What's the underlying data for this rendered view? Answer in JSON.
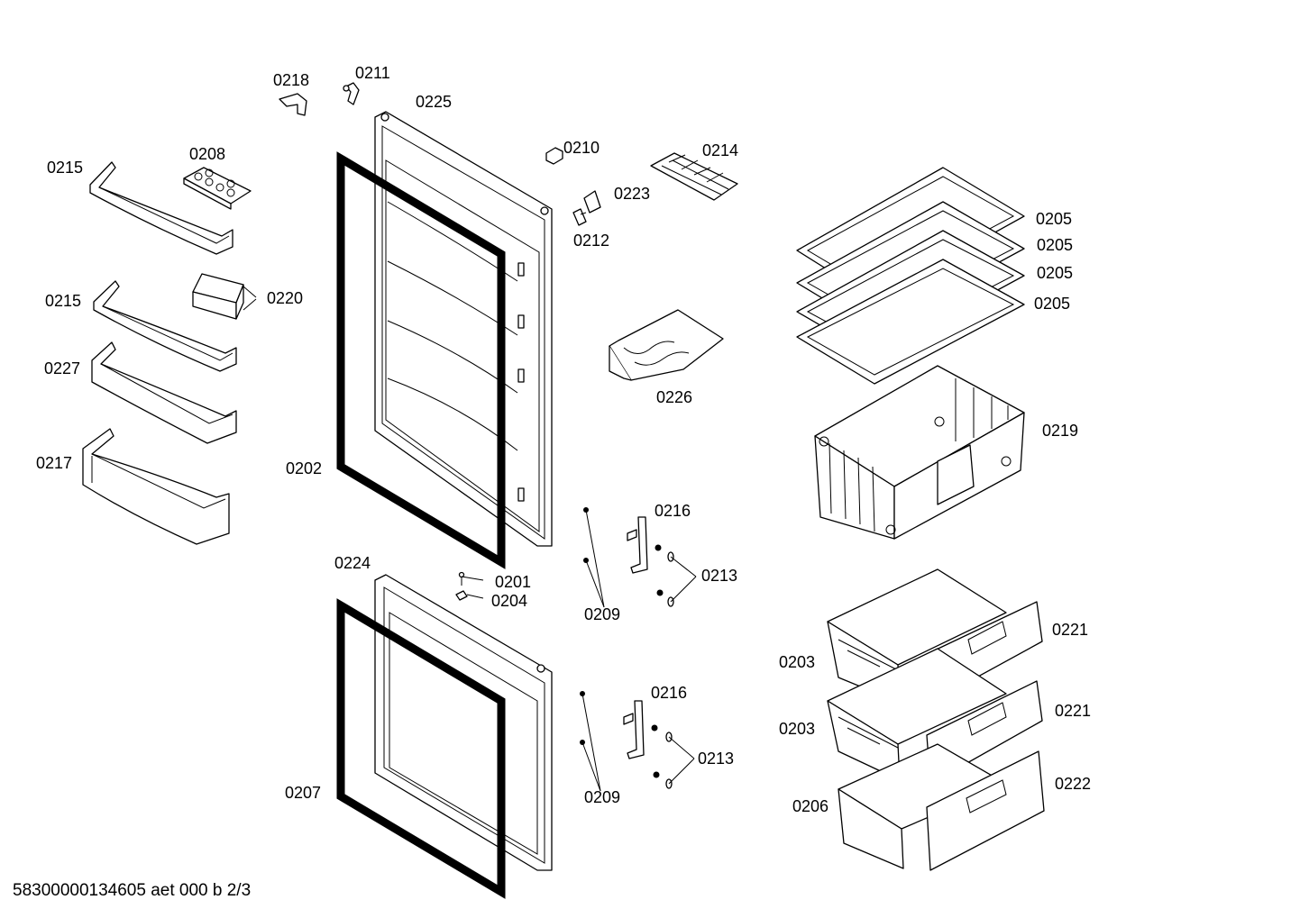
{
  "footer_code": "58300000134605 aet 000 b 2/3",
  "labels": {
    "l0218": "0218",
    "l0211": "0211",
    "l0225": "0225",
    "l0215a": "0215",
    "l0208": "0208",
    "l0210": "0210",
    "l0214": "0214",
    "l0223": "0223",
    "l0212": "0212",
    "l0205a": "0205",
    "l0205b": "0205",
    "l0205c": "0205",
    "l0205d": "0205",
    "l0215b": "0215",
    "l0220": "0220",
    "l0227": "0227",
    "l0226": "0226",
    "l0219": "0219",
    "l0217": "0217",
    "l0202": "0202",
    "l0216a": "0216",
    "l0213a": "0213",
    "l0224": "0224",
    "l0201": "0201",
    "l0204": "0204",
    "l0209a": "0209",
    "l0221a": "0221",
    "l0203a": "0203",
    "l0216b": "0216",
    "l0221b": "0221",
    "l0203b": "0203",
    "l0213b": "0213",
    "l0222": "0222",
    "l0207": "0207",
    "l0206": "0206",
    "l0209b": "0209"
  }
}
